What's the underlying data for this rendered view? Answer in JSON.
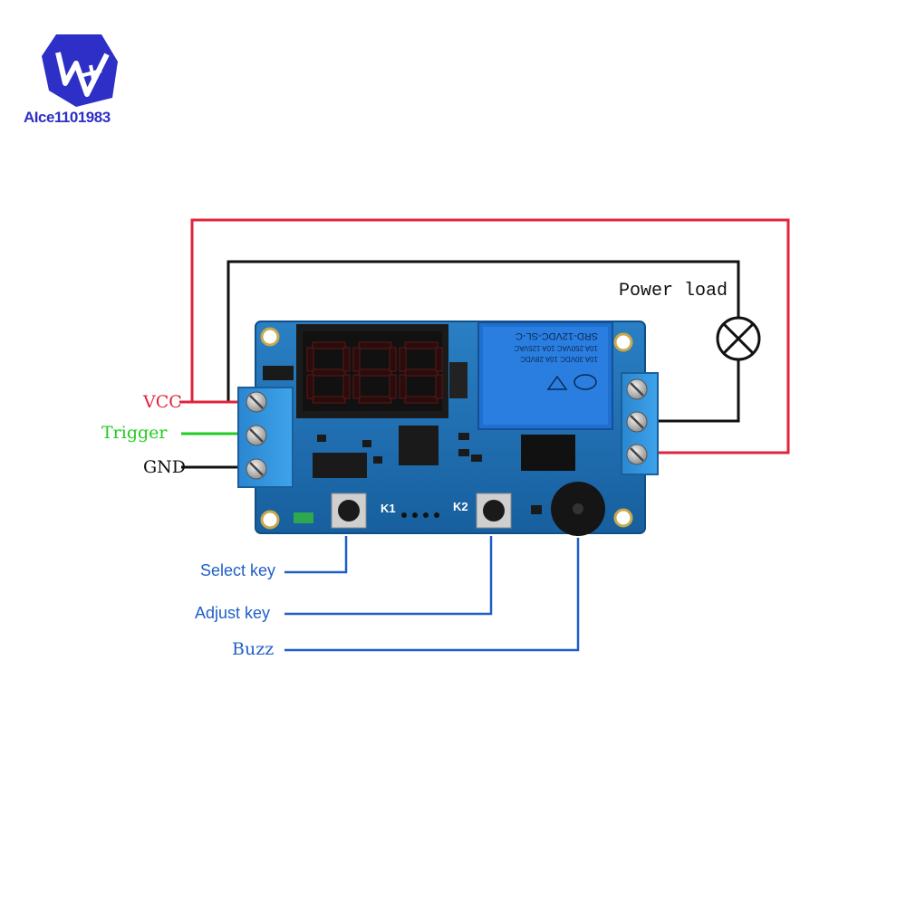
{
  "brand": {
    "logo_text": "AIce1101983",
    "colors": {
      "logo_blue": "#2d2fc6",
      "logo_red": "#e0242a"
    }
  },
  "labels": {
    "vcc": "VCC",
    "trigger": "Trigger",
    "gnd": "GND",
    "power_load": "Power load",
    "select_key": "Select key",
    "adjust_key": "Adjust key",
    "buzz": "Buzz",
    "k1": "K1",
    "k2": "K2"
  },
  "relay": {
    "model": "SRD-12VDC-SL-C",
    "rating_1": "10A 250VAC  10A 125VAC",
    "rating_2": "10A 30VDC  10A 28VDC"
  },
  "icons": [
    "lamp-icon",
    "brand-logo-icon"
  ],
  "colors": {
    "vcc_wire": "#e0243c",
    "trigger_wire": "#22cc22",
    "gnd_wire": "#111111",
    "callout_wire": "#1f5fc8",
    "pcb": "#1b6fb5",
    "terminal": "#2e8fd6"
  }
}
